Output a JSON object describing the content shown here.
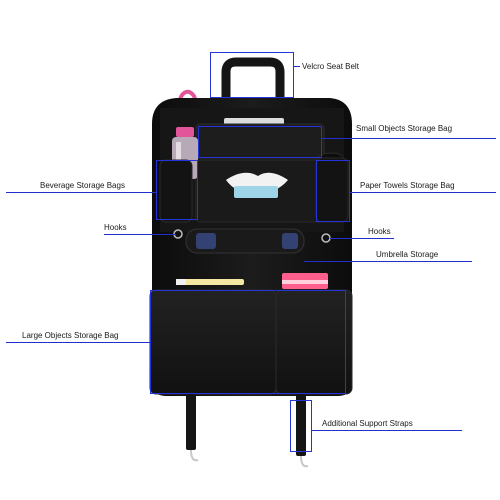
{
  "labels": {
    "velcro_seat_belt": "Velcro Seat Belt",
    "small_objects": "Small Objects Storage Bag",
    "beverage": "Beverage Storage Bags",
    "paper_towels": "Paper Towels Storage Bag",
    "hooks_left": "Hooks",
    "hooks_right": "Hooks",
    "umbrella": "Umbrella Storage",
    "large_objects": "Large Objects Storage Bag",
    "support_straps": "Additional Support Straps"
  },
  "colors": {
    "callout_line": "#1f2fd0",
    "bag": "#141414",
    "bottle_cap": "#e2559a",
    "tissue_box": "#9fd3e6",
    "pen_accent": "#ff5f8c"
  }
}
